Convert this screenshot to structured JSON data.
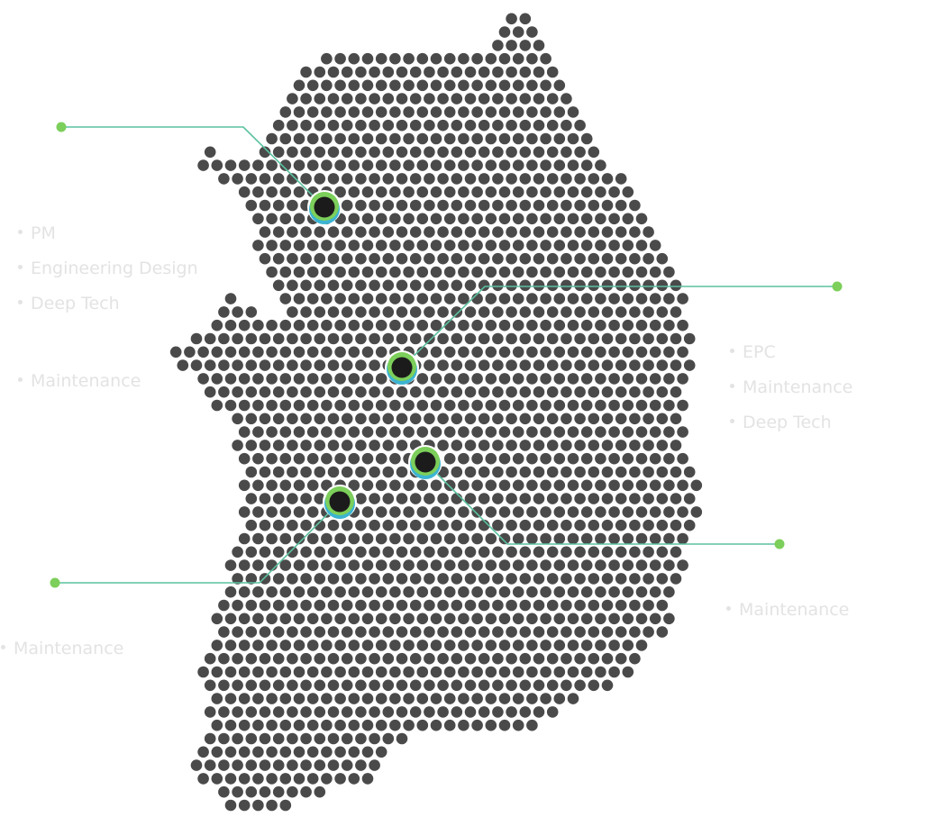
{
  "theme": {
    "dot_color": "#4a4a4a",
    "marker_core_color": "#1b1b1b",
    "marker_ring_green": "#7ccf5a",
    "marker_ring_blue": "#3cb4d2",
    "leader_line_color": "#5cc0a0",
    "leader_end_color": "#7ccf5a",
    "label_color": "#e3e3e3"
  },
  "site_groups": {
    "northwest": {
      "services": [
        "PM",
        "Engineering Design",
        "Deep Tech"
      ]
    },
    "west": {
      "services": [
        "Maintenance"
      ]
    },
    "east": {
      "services": [
        "EPC",
        "Maintenance",
        "Deep Tech"
      ]
    },
    "southeast": {
      "services": [
        "Maintenance"
      ]
    },
    "southwest": {
      "services": [
        "Maintenance"
      ]
    }
  }
}
